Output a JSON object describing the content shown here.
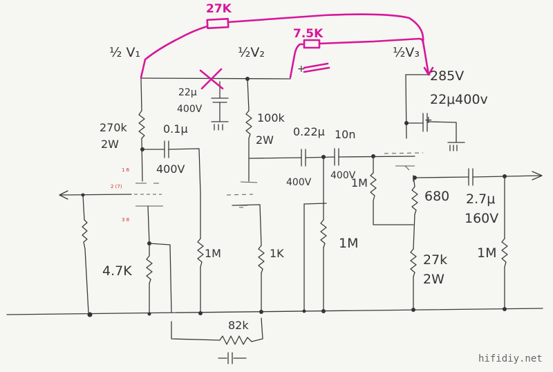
{
  "labels": {
    "v1": "½ V₁",
    "v2": "½V₂",
    "v3": "½V₃",
    "r_feedback": "27K",
    "r_75k": "7.5K",
    "cap_crossed": "22μ",
    "cap_crossed_v": "400V",
    "b285": "285V",
    "c22u400": "22μ400v",
    "plus": "+",
    "r270k": "270k",
    "w2_a": "2W",
    "c01": "0.1μ",
    "v400_a": "400V",
    "r100k": "100k",
    "w2_b": "2W",
    "c022": "0.22μ",
    "c10n": "10n",
    "v400_b": "400V",
    "v400_c": "400V",
    "m1_a": "1M",
    "r680": "680",
    "c27": "2.7μ",
    "v160": "160V",
    "r47k": "4.7K",
    "m1_b": "1M",
    "k1": "1K",
    "m1_c": "1M",
    "r27k2": "27k",
    "w2_c": "2W",
    "m1_d": "1M",
    "r82k": "82k",
    "pin16": "1 6",
    "pin27": "2 (7)",
    "pin38": "3 8"
  },
  "watermark": "hifidiy.net",
  "colors": {
    "ink": "#3a3a3a",
    "pen": "#d6179a",
    "paper": "#f6f6f2",
    "pin_marks": "#d03030"
  }
}
